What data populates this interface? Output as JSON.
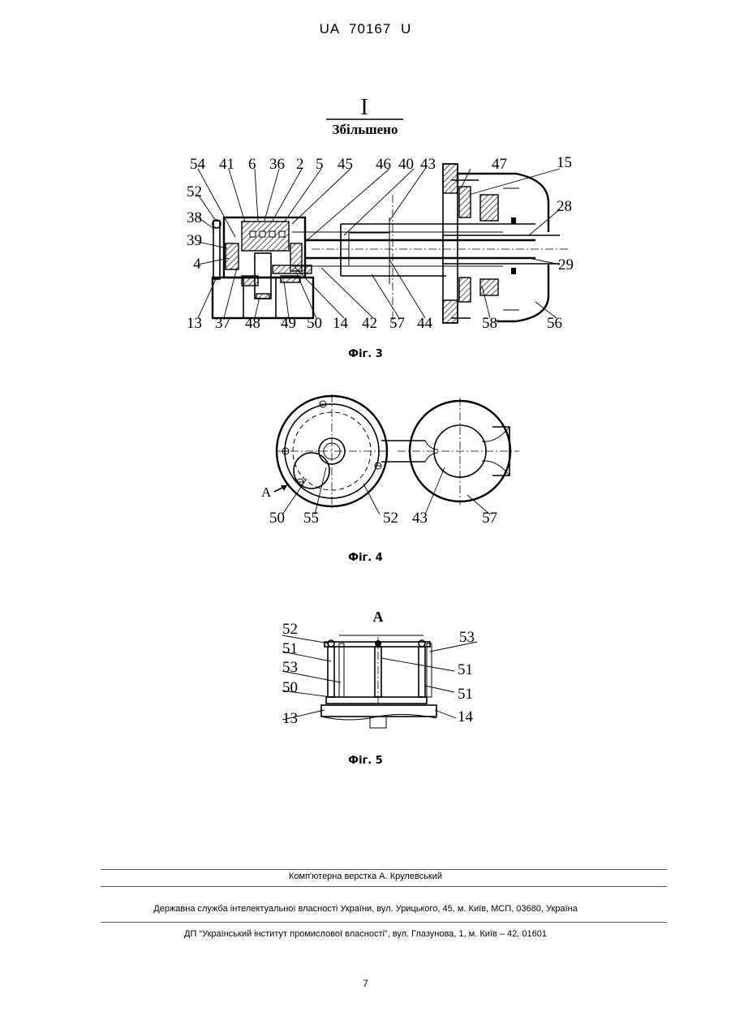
{
  "header": {
    "patent_number": "UA  70167  U"
  },
  "figure3": {
    "section_mark": "I",
    "section_caption": "Збільшено",
    "caption": "Фіг. 3",
    "labels_top": [
      "54",
      "41",
      "6",
      "36",
      "2",
      "5",
      "45",
      "46",
      "40",
      "43",
      "47",
      "15"
    ],
    "labels_left": [
      "52",
      "38",
      "39",
      "4"
    ],
    "labels_right": [
      "28",
      "29"
    ],
    "labels_bottom": [
      "13",
      "37",
      "48",
      "49",
      "50",
      "14",
      "42",
      "57",
      "44",
      "58",
      "56"
    ]
  },
  "figure4": {
    "caption": "Фіг. 4",
    "view_arrow": "A",
    "labels": [
      "50",
      "55",
      "52",
      "43",
      "57"
    ]
  },
  "figure5": {
    "caption": "Фіг. 5",
    "view_title": "A",
    "labels_left": [
      "52",
      "51",
      "53",
      "50",
      "13"
    ],
    "labels_right": [
      "53",
      "51",
      "51",
      "14"
    ]
  },
  "footer": {
    "typesetter": "Комп'ютерна верстка А. Крулевський",
    "line1": "Державна служба інтелектуальної власності України, вул. Урицького, 45, м. Київ, МСП, 03680, Україна",
    "line2": "ДП “Український інститут промислової власності”, вул. Глазунова, 1, м. Київ – 42, 01601"
  },
  "page_number": "7"
}
